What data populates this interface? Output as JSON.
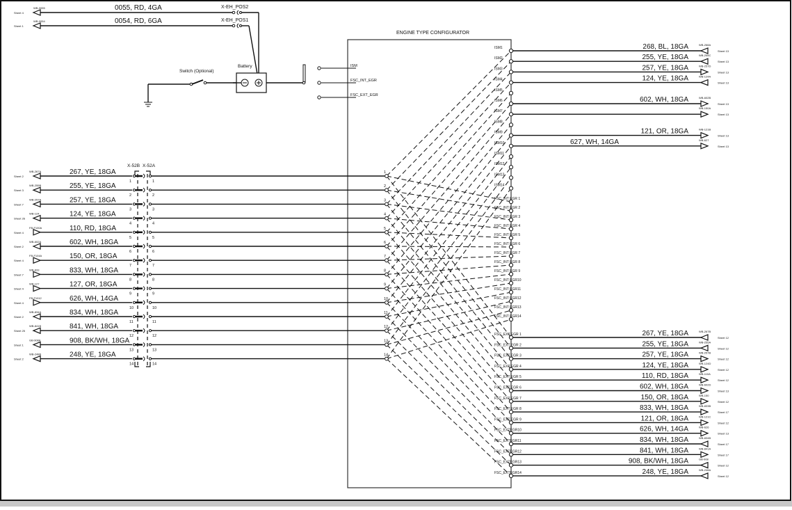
{
  "title": "ENGINE TYPE CONFIGURATOR",
  "power": {
    "wires": [
      {
        "label": "0055, RD, 4GA",
        "ref": "WB-0055",
        "sheet": "Sheet 4",
        "connector": "X-EH_POS2"
      },
      {
        "label": "0054, RD, 6GA",
        "ref": "WB-0054",
        "sheet": "Sheet 1",
        "connector": "X-EH_POS1"
      }
    ],
    "battery_label": "Battery",
    "switch_label": "Switch (Optional)"
  },
  "selector": {
    "options": [
      "ISM",
      "FSC_INT_EGR",
      "FSC_EXT_EGR"
    ]
  },
  "connector": {
    "left_name": "X-52B",
    "right_name": "X-52A"
  },
  "left_wires": [
    {
      "pin": "1",
      "label": "267, YE, 18GA",
      "ref": "WB-267A",
      "sheet": "Sheet 2",
      "dir": "in"
    },
    {
      "pin": "2",
      "label": "255, YE, 18GA",
      "ref": "WB-255B",
      "sheet": "Sheet 3",
      "dir": "in"
    },
    {
      "pin": "3",
      "label": "257, YE, 18GA",
      "ref": "WB-257A",
      "sheet": "Sheet 7",
      "dir": "in"
    },
    {
      "pin": "4",
      "label": "124, YE, 18GA",
      "ref": "WB-124",
      "sheet": "Sheet 26",
      "dir": "in"
    },
    {
      "pin": "5",
      "label": "110, RD, 18GA",
      "ref": "FB-F100A",
      "sheet": "Sheet 4",
      "dir": "out"
    },
    {
      "pin": "6",
      "label": "602, WH, 18GA",
      "ref": "WB-602A",
      "sheet": "Sheet 2",
      "dir": "in"
    },
    {
      "pin": "7",
      "label": "150, OR, 18GA",
      "ref": "FB-F104A",
      "sheet": "Sheet 4",
      "dir": "out"
    },
    {
      "pin": "8",
      "label": "833, WH, 18GA",
      "ref": "WB-833",
      "sheet": "Sheet 7",
      "dir": "out"
    },
    {
      "pin": "9",
      "label": "127, OR, 18GA",
      "ref": "WB-127",
      "sheet": "Sheet 4",
      "dir": "out"
    },
    {
      "pin": "10",
      "label": "626, WH, 14GA",
      "ref": "FB-F1012",
      "sheet": "Sheet 4",
      "dir": "out"
    },
    {
      "pin": "11",
      "label": "834, WH, 18GA",
      "ref": "WB-834A",
      "sheet": "Sheet 2",
      "dir": "in"
    },
    {
      "pin": "12",
      "label": "841, WH, 18GA",
      "ref": "WB-841B",
      "sheet": "Sheet 25",
      "dir": "in"
    },
    {
      "pin": "13",
      "label": "908, BK/WH, 18GA",
      "ref": "GB-908A",
      "sheet": "Sheet 1",
      "dir": "in"
    },
    {
      "pin": "14",
      "label": "248, YE, 18GA",
      "ref": "WB-248B",
      "sheet": "Sheet 2",
      "dir": "in"
    }
  ],
  "box_left_pins": [
    "1",
    "2",
    "3",
    "4",
    "5",
    "6",
    "7",
    "8",
    "9",
    "10",
    "11",
    "12",
    "13",
    "14"
  ],
  "ism_pins": [
    {
      "name": "ISM1",
      "wire": {
        "label": "268, BL, 18GA",
        "ref": "WB-268A",
        "sheet": "Sheet 13",
        "dir": "in"
      }
    },
    {
      "name": "ISM2",
      "wire": {
        "label": "255, YE, 18GA",
        "ref": "WB-255C",
        "sheet": "Sheet 13",
        "dir": "in"
      }
    },
    {
      "name": "ISM3",
      "wire": {
        "label": "257, YE, 18GA",
        "ref": "WB-257D",
        "sheet": "Sheet 13",
        "dir": "out"
      }
    },
    {
      "name": "ISM4",
      "wire": {
        "label": "124, YE, 18GA",
        "ref": "WB-124A",
        "sheet": "Sheet 13",
        "dir": "in"
      }
    },
    {
      "name": "ISM5"
    },
    {
      "name": "ISM6",
      "wire": {
        "label": "602, WH, 18GA",
        "ref": "WB-602B",
        "sheet": "Sheet 13",
        "dir": "out"
      }
    },
    {
      "name": "ISM7",
      "wire": {
        "label": "",
        "ref": "WB-150A",
        "sheet": "Sheet 13",
        "dir": "out"
      }
    },
    {
      "name": "ISM8"
    },
    {
      "name": "ISM9",
      "wire": {
        "label": "121, OR, 18GA",
        "ref": "WB-121B",
        "sheet": "Sheet 13",
        "dir": "out"
      }
    },
    {
      "name": "ISM10",
      "wire": {
        "label": "627, WH, 14GA",
        "ref": "WB-627",
        "sheet": "Sheet 13",
        "dir": "out",
        "mid": true
      }
    },
    {
      "name": "ISM11"
    },
    {
      "name": "ISM12"
    },
    {
      "name": "ISM13"
    },
    {
      "name": "ISM14"
    }
  ],
  "int_pins": [
    {
      "name": "FSC_INT EGR 1"
    },
    {
      "name": "FSC_INT EGR 2"
    },
    {
      "name": "FSC_INT EGR 3"
    },
    {
      "name": "FSC_INT EGR 4"
    },
    {
      "name": "FSC_INT EGR 5"
    },
    {
      "name": "FSC_INT EGR 6"
    },
    {
      "name": "FSC_INT EGR 7"
    },
    {
      "name": "FSC_INT EGR 8"
    },
    {
      "name": "FSC_INT EGR 9"
    },
    {
      "name": "FSC_INT EGR10"
    },
    {
      "name": "FSC_INT EGR11"
    },
    {
      "name": "FSC_INT EGR12"
    },
    {
      "name": "FSC_INT EGR13"
    },
    {
      "name": "FSC_INT EGR14"
    }
  ],
  "ext_pins": [
    {
      "name": "FSC_EXT EGR 1",
      "wire": {
        "label": "267, YE, 18GA",
        "ref": "WB-267B",
        "sheet": "Sheet 12",
        "dir": "in"
      }
    },
    {
      "name": "FSC_EXT EGR 2",
      "wire": {
        "label": "255, YE, 18GA",
        "ref": "WB-255A",
        "sheet": "Sheet 12",
        "dir": "in"
      }
    },
    {
      "name": "FSC_EXT EGR 3",
      "wire": {
        "label": "257, YE, 18GA",
        "ref": "WB-257B",
        "sheet": "Sheet 12",
        "dir": "out"
      }
    },
    {
      "name": "FSC_EXT EGR 4",
      "wire": {
        "label": "124, YE, 18GA",
        "ref": "WB-124D",
        "sheet": "Sheet 12",
        "dir": "out"
      }
    },
    {
      "name": "FSC_EXT EGR 5",
      "wire": {
        "label": "110, RD, 18GA",
        "ref": "WB-110A",
        "sheet": "Sheet 12",
        "dir": "out"
      }
    },
    {
      "name": "FSC_EXT EGR 6",
      "wire": {
        "label": "602, WH, 18GA",
        "ref": "WB-602D",
        "sheet": "Sheet 13",
        "dir": "out"
      }
    },
    {
      "name": "FSC_EXT EGR 7",
      "wire": {
        "label": "150, OR, 18GA",
        "ref": "WB-150",
        "sheet": "Sheet 12",
        "dir": "out"
      }
    },
    {
      "name": "FSC_EXT EGR 8",
      "wire": {
        "label": "833, WH, 18GA",
        "ref": "WB-833B",
        "sheet": "Sheet 17",
        "dir": "out"
      }
    },
    {
      "name": "FSC_EXT EGR 9",
      "wire": {
        "label": "121, OR, 18GA",
        "ref": "WB-121C",
        "sheet": "Sheet 12",
        "dir": "out"
      }
    },
    {
      "name": "FSC_EXTEGR10",
      "wire": {
        "label": "626, WH, 14GA",
        "ref": "WB-626",
        "sheet": "Sheet 13",
        "dir": "out"
      }
    },
    {
      "name": "FSC_EXTEGR11",
      "wire": {
        "label": "834, WH, 18GA",
        "ref": "WB-834B",
        "sheet": "Sheet 17",
        "dir": "in"
      }
    },
    {
      "name": "FSC_EXTEGR12",
      "wire": {
        "label": "841, WH, 18GA",
        "ref": "WB-841A",
        "sheet": "Sheet 17",
        "dir": "out"
      }
    },
    {
      "name": "FSC_EXTEGR13",
      "wire": {
        "label": "908, BK/WH, 18GA",
        "ref": "GB-908",
        "sheet": "Sheet 12",
        "dir": "in"
      }
    },
    {
      "name": "FSC_EXTEGR14",
      "wire": {
        "label": "248, YE, 18GA",
        "ref": "WB-248A",
        "sheet": "Sheet 12",
        "dir": "in"
      }
    }
  ],
  "colors": {
    "line": "#111111",
    "title_bar": "#c8c8c8"
  }
}
